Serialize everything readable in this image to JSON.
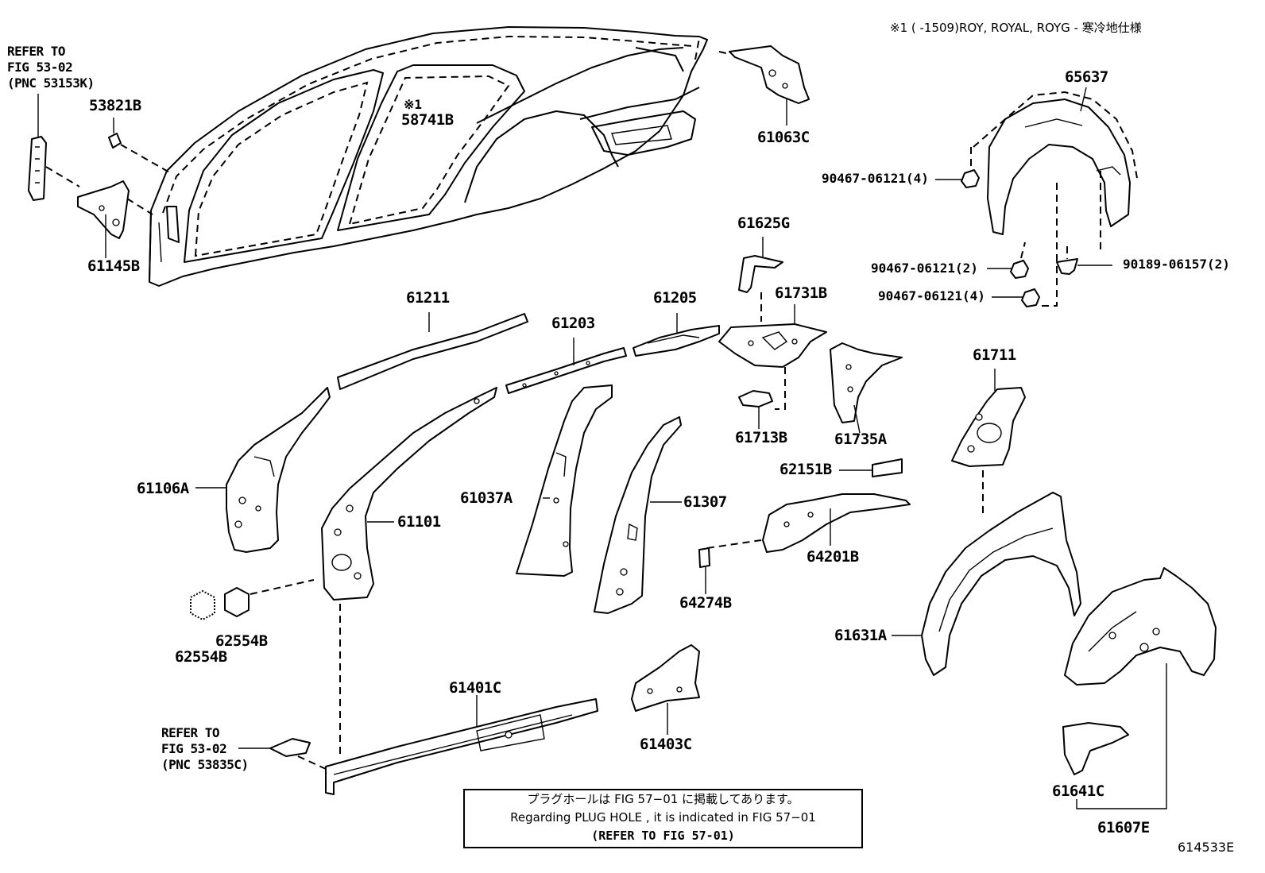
{
  "header": {
    "note": "※1 (      -1509)ROY, ROYAL, ROYG - 寒冷地仕様"
  },
  "refs": {
    "top_left": "REFER TO\nFIG 53-02\n(PNC 53153K)",
    "bottom_left": "REFER TO\nFIG 53-02\n(PNC 53835C)"
  },
  "parts": {
    "p53821B": "53821B",
    "p58741B_mark": "※1",
    "p58741B": "58741B",
    "p61145B": "61145B",
    "p61063C": "61063C",
    "p65637": "65637",
    "p90467_4a": "90467-06121(4)",
    "p61625G": "61625G",
    "p90467_2": "90467-06121(2)",
    "p90189_2": "90189-06157(2)",
    "p90467_4b": "90467-06121(4)",
    "p61211": "61211",
    "p61205": "61205",
    "p61731B": "61731B",
    "p61203": "61203",
    "p61711": "61711",
    "p61713B": "61713B",
    "p61735A": "61735A",
    "p62151B": "62151B",
    "p61106A": "61106A",
    "p61037A": "61037A",
    "p61307": "61307",
    "p61101": "61101",
    "p64201B": "64201B",
    "p64274B": "64274B",
    "p62554B_a": "62554B",
    "p62554B_b": "62554B",
    "p61631A": "61631A",
    "p61401C": "61401C",
    "p61403C": "61403C",
    "p61641C": "61641C",
    "p61607E": "61607E"
  },
  "notebox": {
    "line1": "プラグホールは FIG 57−01 に掲載してあります。",
    "line2": "Regarding PLUG HOLE , it is indicated in FIG 57−01",
    "line3": "(REFER TO FIG 57-01)"
  },
  "figure_id": "614533E"
}
